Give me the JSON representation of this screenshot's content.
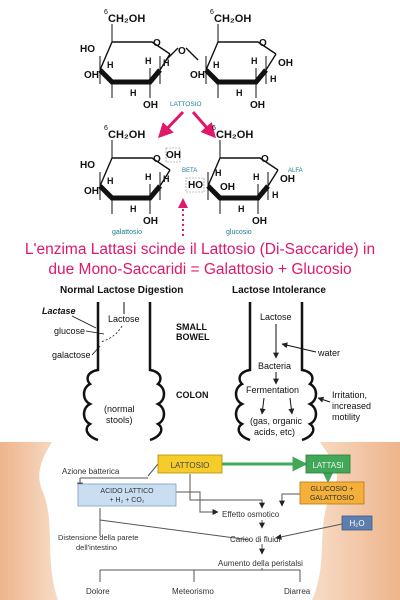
{
  "chemistry": {
    "ch2oh": "CH₂OH",
    "c6": "6",
    "lattosio": "LATTOSIO",
    "galattosio": "galattosio",
    "glucosio": "glucosio",
    "beta": "BETA",
    "alfa": "ALFA",
    "ho": "HO",
    "oh": "OH",
    "h": "H",
    "o": "O"
  },
  "caption": {
    "line1": "L'enzima Lattasi scinde il Lattosio (Di-Saccaride) in",
    "line2": "due Mono-Saccaridi = Galattosio + Glucosio"
  },
  "digestion": {
    "normal_title": "Normal Lactose Digestion",
    "intolerance_title": "Lactose Intolerance",
    "lactase": "Lactase",
    "lactose": "Lactose",
    "glucose": "glucose",
    "galactose": "galactose",
    "small": "SMALL",
    "bowel": "BOWEL",
    "colon": "COLON",
    "normal": "(normal",
    "stools": "stools)",
    "water": "water",
    "bacteria": "Bacteria",
    "fermentation": "Fermentation",
    "gas1": "(gas, organic",
    "gas2": "acids, etc)",
    "irr1": "Irritation,",
    "irr2": "increased",
    "irr3": "motility"
  },
  "flow": {
    "azione": "Azione batterica",
    "lattosio": "LATTOSIO",
    "lattasi": "LATTASI",
    "acido1": "ACIDO LATTICO",
    "acido2": "+ H₂ + CO₂",
    "glucosio1": "GLUCOSIO +",
    "glucosio2": "GALATTOSIO",
    "effetto": "Effetto osmotico",
    "h2o": "H₂O",
    "distensione1": "Distensione della parete",
    "distensione2": "dell'intestino",
    "carico": "Carico di fluidi",
    "aumento": "Aumento della peristalsi",
    "dolore": "Dolore",
    "meteorismo": "Meteorismo",
    "diarrea": "Diarrea"
  },
  "colors": {
    "pink": "#e0186c",
    "teal": "#1a7b94",
    "flow_bg": "#ffffff",
    "wall": "#f2c8a6",
    "yellow": "#f6cc2a",
    "green": "#41a85a",
    "blue_box": "#c9dff1",
    "orange_box": "#f4b03a",
    "h2o": "#5e7fae"
  }
}
